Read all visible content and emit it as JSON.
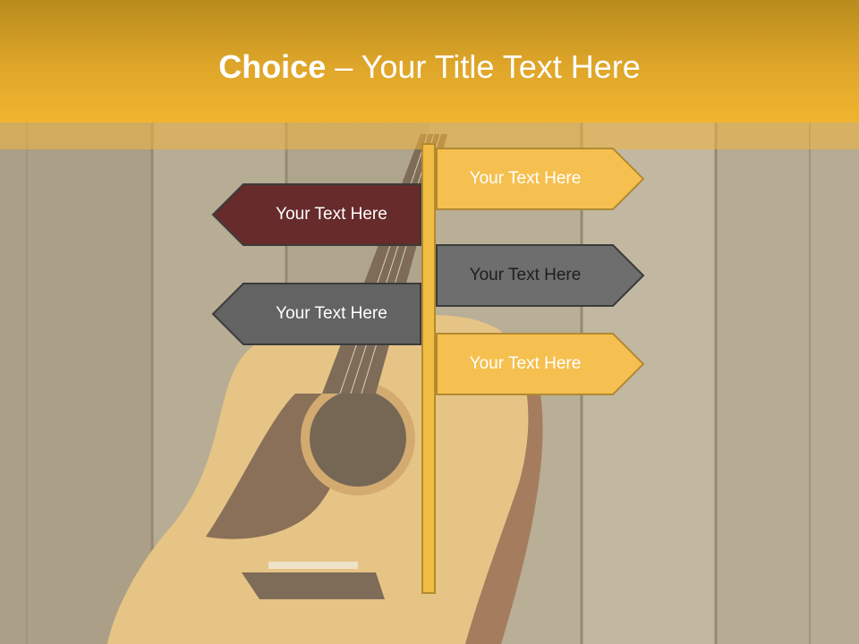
{
  "slide": {
    "title_bold": "Choice",
    "title_separator": " – ",
    "title_rest": "Your Title Text Here"
  },
  "signs": [
    {
      "label": "Your Text Here",
      "direction": "right",
      "fill": "#f5c04f",
      "text_color": "#ffffff"
    },
    {
      "label": "Your Text Here",
      "direction": "left",
      "fill": "#672b2b",
      "text_color": "#ffffff"
    },
    {
      "label": "Your Text Here",
      "direction": "right",
      "fill": "#6e6e6e",
      "text_color": "#1e1e1e"
    },
    {
      "label": "Your Text Here",
      "direction": "left",
      "fill": "#636363",
      "text_color": "#ffffff"
    },
    {
      "label": "Your Text Here",
      "direction": "right",
      "fill": "#f5c04f",
      "text_color": "#ffffff"
    }
  ],
  "colors": {
    "header": "#f0b52f",
    "pole": "#f2bd44",
    "background": "wooden planks with acoustic guitar"
  }
}
